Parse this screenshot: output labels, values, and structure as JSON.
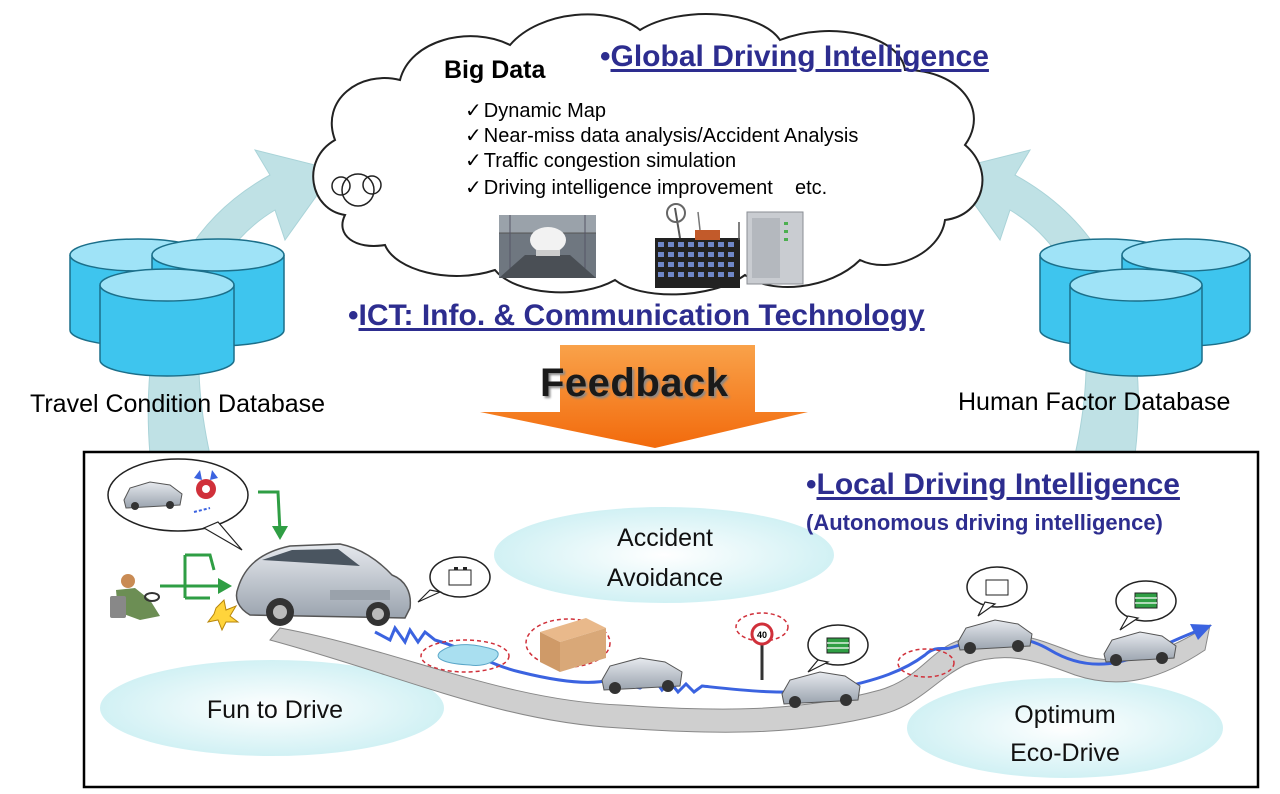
{
  "big_data": {
    "title": "Big Data",
    "items": [
      "Dynamic Map",
      "Near-miss data analysis/Accident Analysis",
      "Traffic congestion simulation",
      "Driving intelligence improvement    etc."
    ],
    "check_mark": "✓"
  },
  "global_heading": {
    "bullet": "•",
    "text": "Global Driving Intelligence"
  },
  "ict_heading": {
    "bullet": "•",
    "text": "ICT: Info. & Communication Technology"
  },
  "feedback_label": "Feedback",
  "databases": {
    "travel": "Travel Condition Database",
    "human": "Human Factor Database"
  },
  "local_heading": {
    "bullet": "•",
    "text": "Local Driving Intelligence",
    "subtitle": "(Autonomous driving intelligence)"
  },
  "zones": {
    "accident_line1": "Accident",
    "accident_line2": "Avoidance",
    "fun": "Fun to Drive",
    "eco_line1": "Optimum",
    "eco_line2": "Eco-Drive"
  },
  "speed_sign": "40",
  "colors": {
    "heading_blue": "#2d2d8f",
    "arrow_teal": "#bfe2e6",
    "cylinder_cyan": "#3fc7ef",
    "feedback_orange": "#f47a17",
    "zone_ellipse": "#d6f2f4",
    "road_gray": "#cfcfcf",
    "path_blue": "#3b63e0"
  }
}
